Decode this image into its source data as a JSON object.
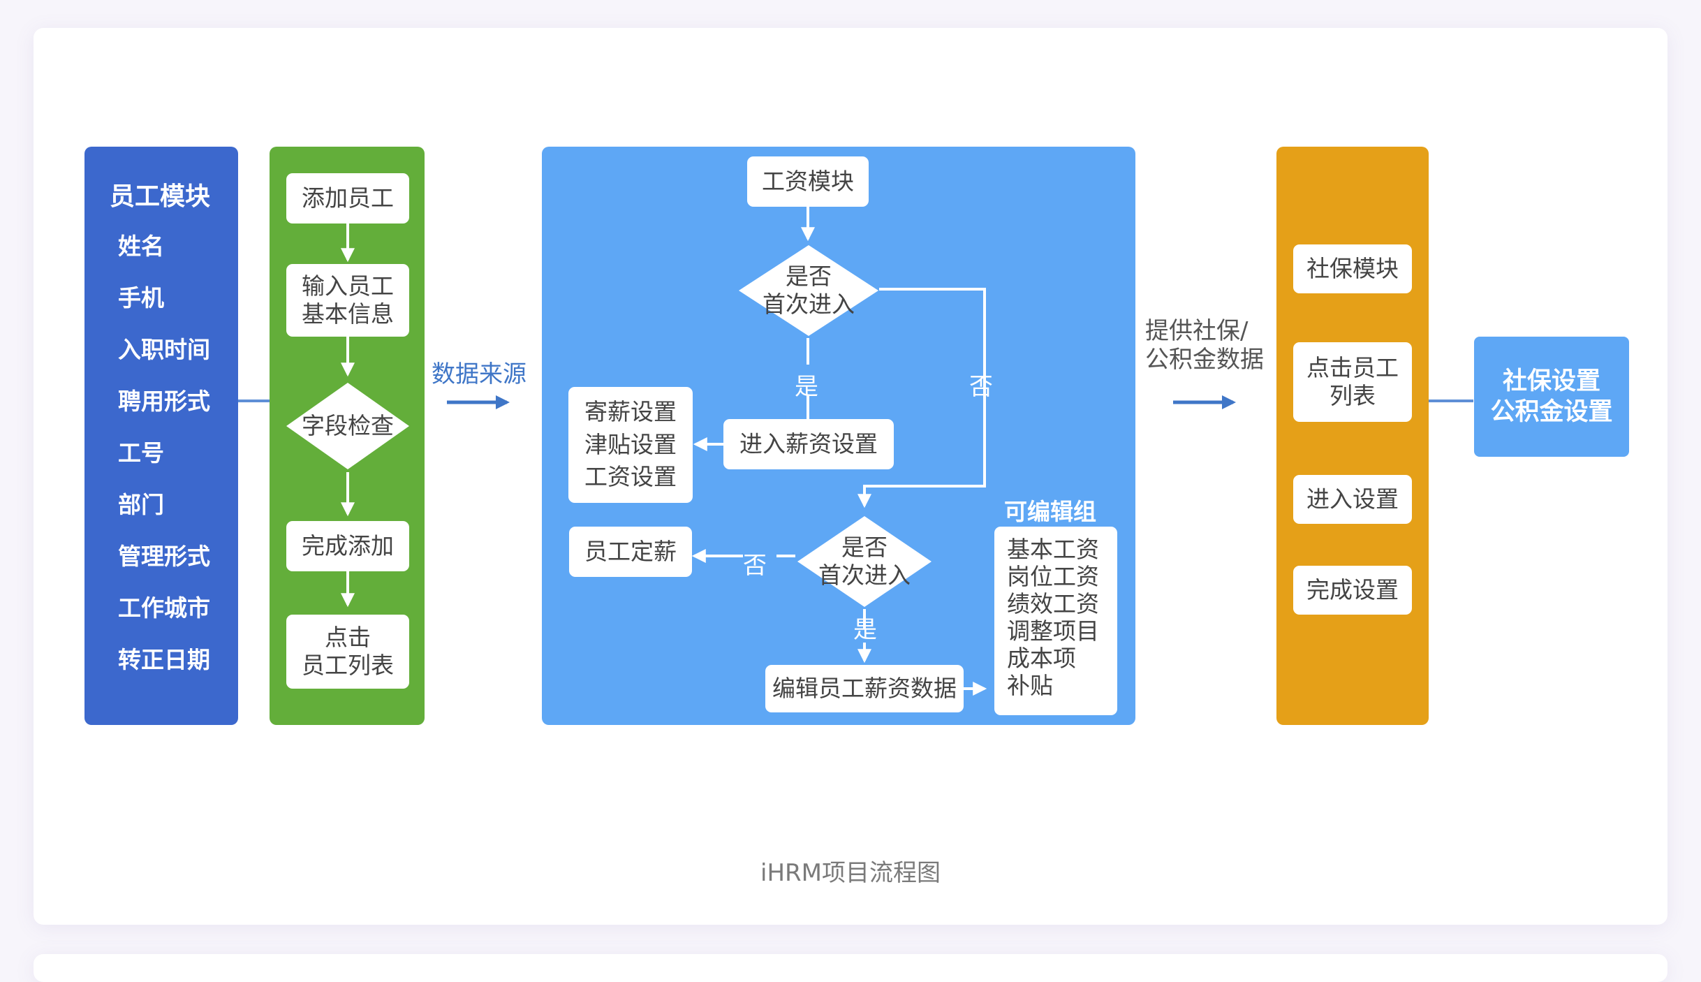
{
  "colors": {
    "page_bg": "#f7f5fb",
    "employee_panel": "#3c68cd",
    "green_panel": "#63ae3a",
    "salary_panel": "#5ea7f5",
    "social_panel": "#e5a018",
    "settings_box": "#5ea7f5",
    "arrow_blue": "#3f76c7",
    "white": "#ffffff"
  },
  "employee_panel": {
    "title": "员工模块",
    "fields": [
      "姓名",
      "手机",
      "入职时间",
      "聘用形式",
      "工号",
      "部门",
      "管理形式",
      "工作城市",
      "转正日期"
    ]
  },
  "add_flow": {
    "add_employee": "添加员工",
    "input_info": "输入员工\n基本信息",
    "field_check": "字段检查",
    "finish_add": "完成添加",
    "click_list": "点击\n员工列表"
  },
  "data_source_label": "数据来源",
  "salary_flow": {
    "salary_module": "工资模块",
    "first_entry_1": "是否\n首次进入",
    "yes_1": "是",
    "no_1": "否",
    "enter_salary_settings": "进入薪资设置",
    "settings_list": "寄薪设置\n津贴设置\n工资设置",
    "first_entry_2": "是否\n首次进入",
    "no_2": "否",
    "yes_2": "是",
    "employee_fixed_salary": "员工定薪",
    "edit_salary_data": "编辑员工薪资数据",
    "editable_group_title": "可编辑组",
    "editable_group_items": "基本工资\n岗位工资\n绩效工资\n调整项目\n成本项\n补贴"
  },
  "provide_label": "提供社保/\n公积金数据",
  "social_flow": {
    "module": "社保模块",
    "click_list": "点击员工\n列表",
    "enter_settings": "进入设置",
    "finish_settings": "完成设置"
  },
  "final_box": "社保设置\n公积金设置",
  "caption": "iHRM项目流程图"
}
